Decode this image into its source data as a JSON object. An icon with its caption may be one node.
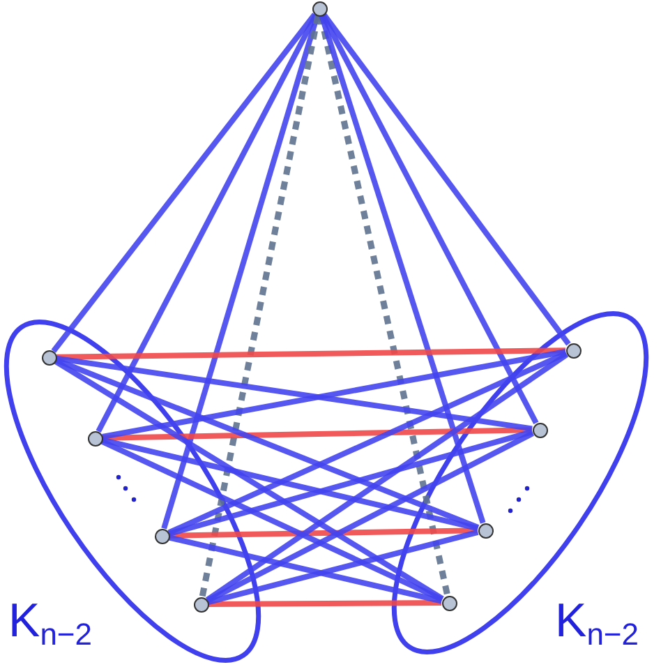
{
  "diagram": {
    "nodes": [
      {
        "text": [],
        "shape": "circle"
      },
      {
        "text": [],
        "shape": "circle"
      },
      {
        "text": [],
        "shape": "circle"
      },
      {
        "text": [],
        "shape": "circle"
      },
      {
        "text": [],
        "shape": "circle"
      },
      {
        "text": [],
        "shape": "circle"
      },
      {
        "text": [],
        "shape": "circle"
      },
      {
        "text": [],
        "shape": "circle"
      },
      {
        "text": [],
        "shape": "circle"
      }
    ],
    "edges": [
      {
        "from": 0,
        "to": 1,
        "arrow": "none"
      },
      {
        "from": 0,
        "to": 2,
        "arrow": "none"
      },
      {
        "from": 0,
        "to": 3,
        "arrow": "none"
      },
      {
        "from": 0,
        "to": 4,
        "arrow": "none",
        "style": "dashed",
        "color": "#5f7290"
      },
      {
        "from": 0,
        "to": 8,
        "arrow": "none",
        "style": "dashed",
        "color": "#5f7290"
      },
      {
        "from": 0,
        "to": 7,
        "arrow": "none"
      },
      {
        "from": 0,
        "to": 6,
        "arrow": "none"
      },
      {
        "from": 0,
        "to": 5,
        "arrow": "none"
      },
      {
        "from": 1,
        "to": 5,
        "arrow": "none",
        "color": "#f04848"
      },
      {
        "from": 2,
        "to": 6,
        "arrow": "none",
        "color": "#f04848"
      },
      {
        "from": 3,
        "to": 7,
        "arrow": "none",
        "color": "#f04848"
      },
      {
        "from": 4,
        "to": 8,
        "arrow": "none",
        "color": "#f04848"
      },
      {
        "from": 1,
        "to": 6,
        "arrow": "none"
      },
      {
        "from": 1,
        "to": 7,
        "arrow": "none"
      },
      {
        "from": 1,
        "to": 8,
        "arrow": "none"
      },
      {
        "from": 2,
        "to": 5,
        "arrow": "none"
      },
      {
        "from": 2,
        "to": 7,
        "arrow": "none"
      },
      {
        "from": 2,
        "to": 8,
        "arrow": "none"
      },
      {
        "from": 3,
        "to": 5,
        "arrow": "none"
      },
      {
        "from": 3,
        "to": 6,
        "arrow": "none"
      },
      {
        "from": 3,
        "to": 8,
        "arrow": "none"
      },
      {
        "from": 4,
        "to": 5,
        "arrow": "none"
      },
      {
        "from": 4,
        "to": 6,
        "arrow": "none"
      },
      {
        "from": 4,
        "to": 7,
        "arrow": "none"
      }
    ],
    "labels": [
      "K$_{n−2}$",
      "K$_{n−2}$"
    ]
  }
}
